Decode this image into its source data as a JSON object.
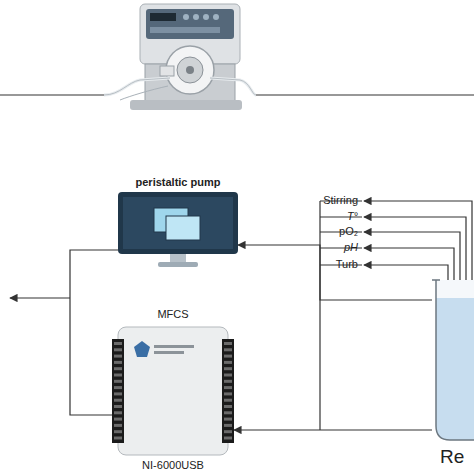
{
  "diagram": {
    "nodes": [
      {
        "text": [
          "peristaltic pump"
        ]
      },
      {
        "text": [
          "MFCS",
          "NI-6000USB"
        ]
      },
      {
        "text": [
          "Re"
        ]
      }
    ],
    "edges": [
      {
        "from": 2,
        "to": 0,
        "arrow": "to"
      },
      {
        "from": 2,
        "to": 1,
        "arrow": "to"
      }
    ],
    "labels": [
      "Stirring",
      "T°",
      "pO₂",
      "pH",
      "Turb"
    ]
  }
}
